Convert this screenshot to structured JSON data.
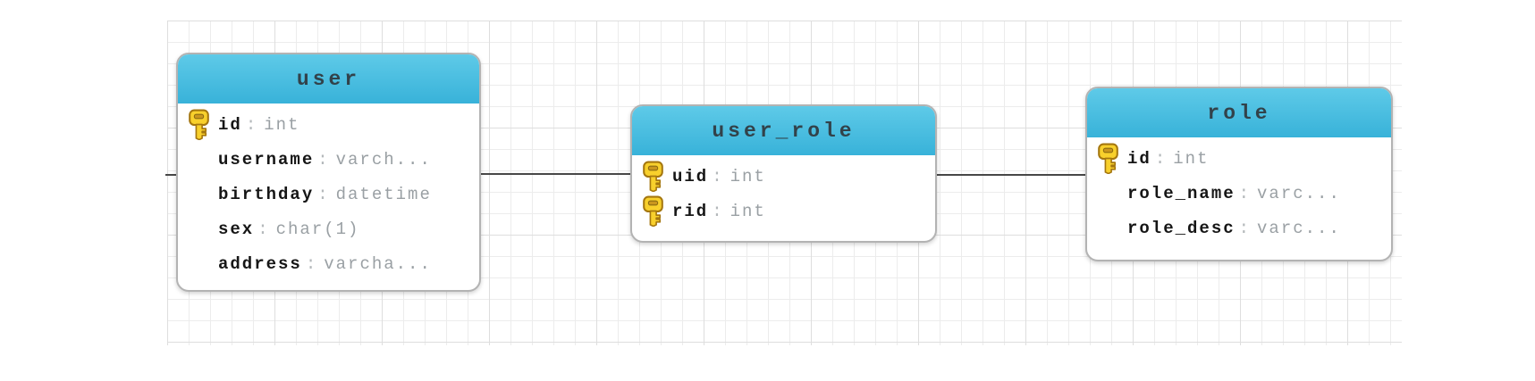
{
  "diagram": {
    "separator": ":",
    "entities": [
      {
        "title": "user",
        "columns": [
          {
            "name": "id",
            "type": "int",
            "pk": true
          },
          {
            "name": "username",
            "type": "varch...",
            "pk": false
          },
          {
            "name": "birthday",
            "type": "datetime",
            "pk": false
          },
          {
            "name": "sex",
            "type": "char(1)",
            "pk": false
          },
          {
            "name": "address",
            "type": "varcha...",
            "pk": false
          }
        ]
      },
      {
        "title": "user_role",
        "columns": [
          {
            "name": "uid",
            "type": "int",
            "pk": true
          },
          {
            "name": "rid",
            "type": "int",
            "pk": true
          }
        ]
      },
      {
        "title": "role",
        "columns": [
          {
            "name": "id",
            "type": "int",
            "pk": true
          },
          {
            "name": "role_name",
            "type": "varc...",
            "pk": false
          },
          {
            "name": "role_desc",
            "type": "varc...",
            "pk": false
          }
        ]
      }
    ],
    "relations": [
      {
        "from": "(off-canvas left)",
        "to": "user"
      },
      {
        "from": "user",
        "to": "user_role"
      },
      {
        "from": "user_role",
        "to": "role"
      }
    ],
    "colors": {
      "header_gradient_top": "#5ecae8",
      "header_gradient_bottom": "#38b2d9",
      "entity_border": "#b3b3b3",
      "grid_minor": "#ececec",
      "grid_major": "#dedede",
      "relation_line": "#474747",
      "key_icon_gold": "#f8d02c",
      "column_type_gray": "#9aa0a4"
    }
  }
}
